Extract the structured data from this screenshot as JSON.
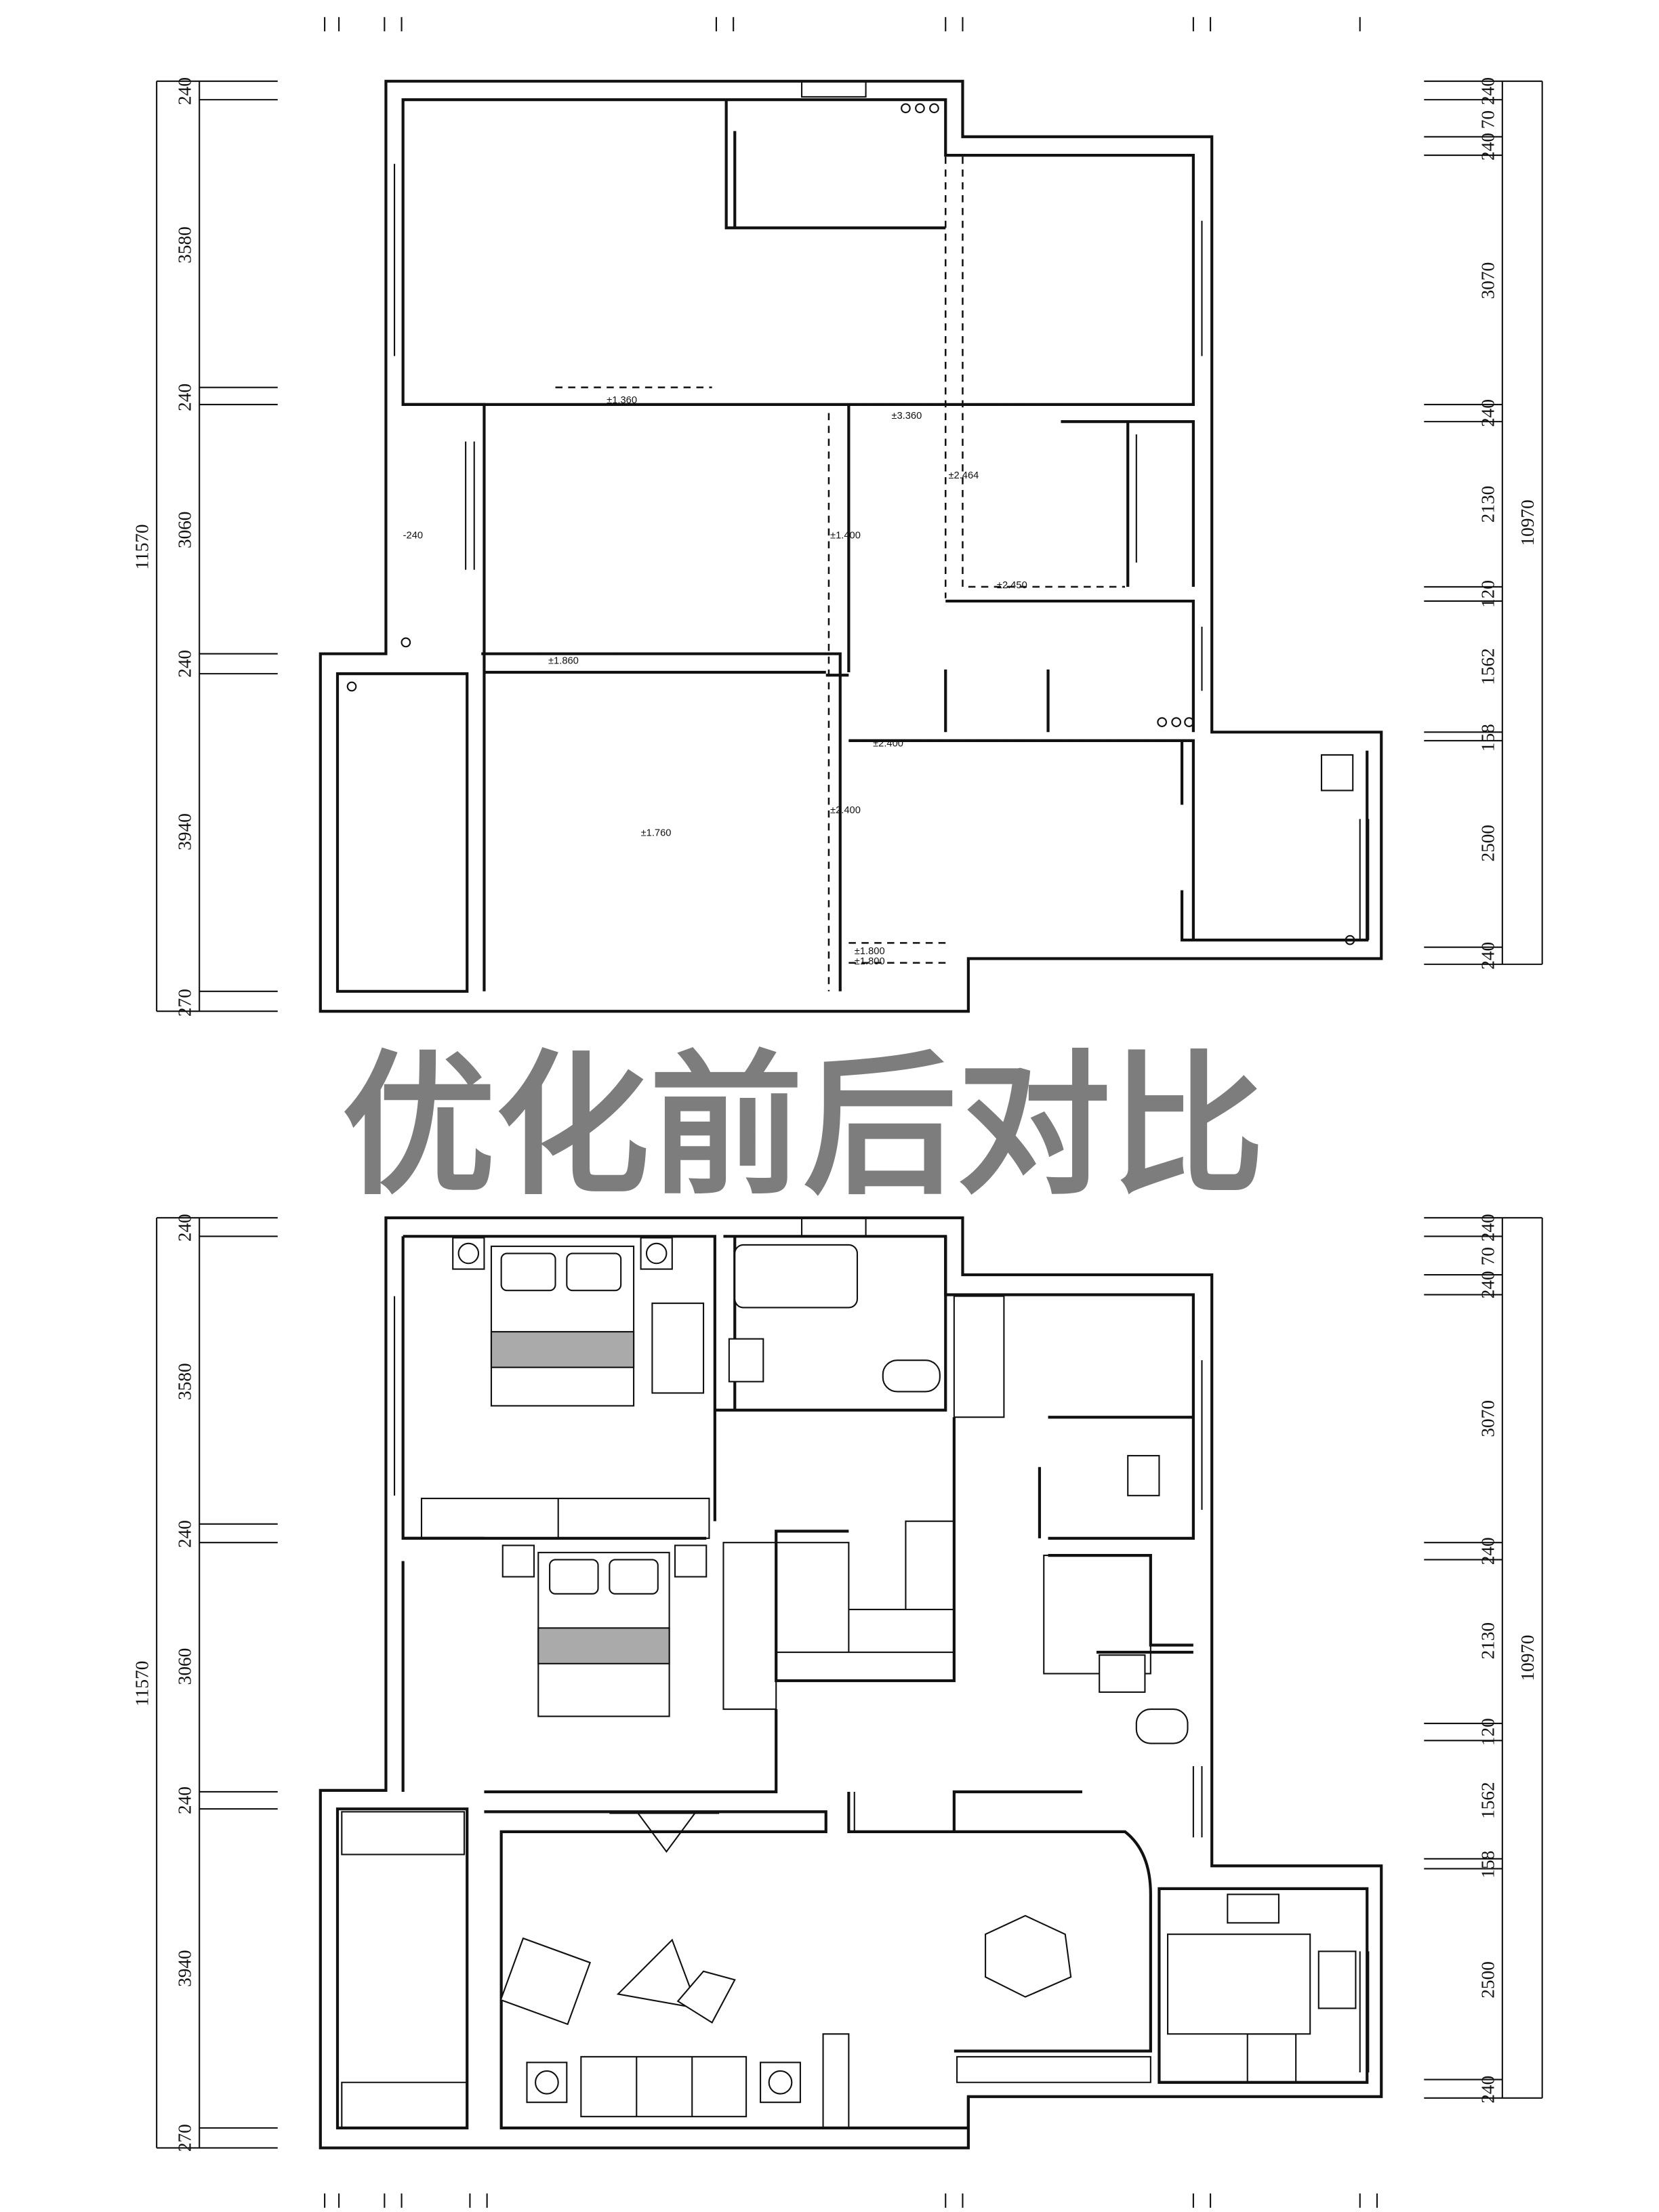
{
  "title": "优化前后对比",
  "colors": {
    "title": "#7d7d7d",
    "lines": "#111111",
    "background": "#ffffff"
  },
  "left_dimensions": {
    "total": "11570",
    "segments": [
      "240",
      "3580",
      "240",
      "3060",
      "240",
      "3940",
      "270"
    ]
  },
  "right_dimensions": {
    "total": "10970",
    "segments": [
      "240",
      "70",
      "240",
      "3070",
      "240",
      "2130",
      "120",
      "1562",
      "158",
      "2500",
      "240"
    ]
  },
  "before_plan": {
    "level_marks": [
      "±1.360",
      "±3.360",
      "±2.464",
      "-240",
      "±1.400",
      "±2.450",
      "±1.860",
      "±2.400",
      "±1.760",
      "±2.400",
      "±1.800",
      "±1.800"
    ]
  }
}
